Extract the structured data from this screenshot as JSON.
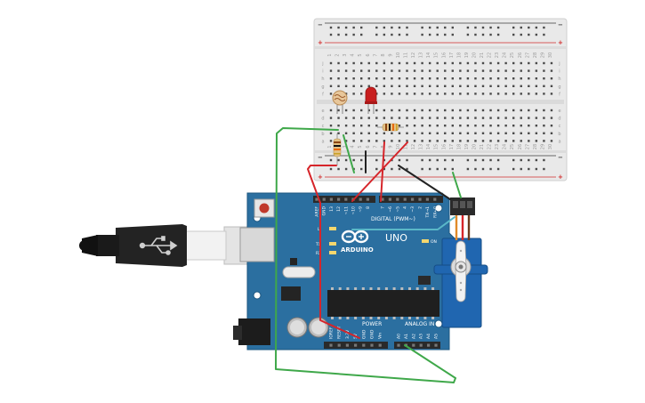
{
  "breadboard": {
    "columns": 30,
    "row_letters_top": [
      "j",
      "i",
      "h",
      "g",
      "f"
    ],
    "row_letters_bottom": [
      "e",
      "d",
      "c",
      "b",
      "a"
    ],
    "rail_minus": "−",
    "rail_plus": "+",
    "colors": {
      "body": "#e9e9e9",
      "hole": "#4a4a4a",
      "rail_red": "#d22b2b",
      "rail_blue": "#3a3a3a"
    }
  },
  "arduino": {
    "brand": "ARDUINO",
    "model": "UNO",
    "digital_label": "DIGITAL (PWM~)",
    "analog_label": "ANALOG IN",
    "power_label": "POWER",
    "on_label": "ON",
    "led_labels": [
      "L",
      "TX",
      "RX"
    ],
    "digital_pins": [
      "AREF",
      "GND",
      "13",
      "12",
      "~11",
      "~10",
      "~9",
      "8",
      "7",
      "~6",
      "~5",
      "4",
      "~3",
      "2",
      "TX→1",
      "RX←0"
    ],
    "power_pins": [
      "IOREF",
      "RESET",
      "3.3V",
      "5V",
      "GND",
      "GND",
      "Vin"
    ],
    "analog_pins": [
      "A0",
      "A1",
      "A2",
      "A3",
      "A4",
      "A5"
    ],
    "colors": {
      "board": "#2b6fa0",
      "board_dark": "#1d5780",
      "header": "#2a2a2a"
    }
  },
  "components": {
    "photoresistor": "photoresistor",
    "led": "red LED",
    "resistors": 2,
    "servo": "micro servo"
  },
  "wire_colors": {
    "green": "#3fa84a",
    "red": "#d6252a",
    "black": "#222222",
    "teal": "#5ab8c8",
    "orange": "#e08a2a"
  }
}
